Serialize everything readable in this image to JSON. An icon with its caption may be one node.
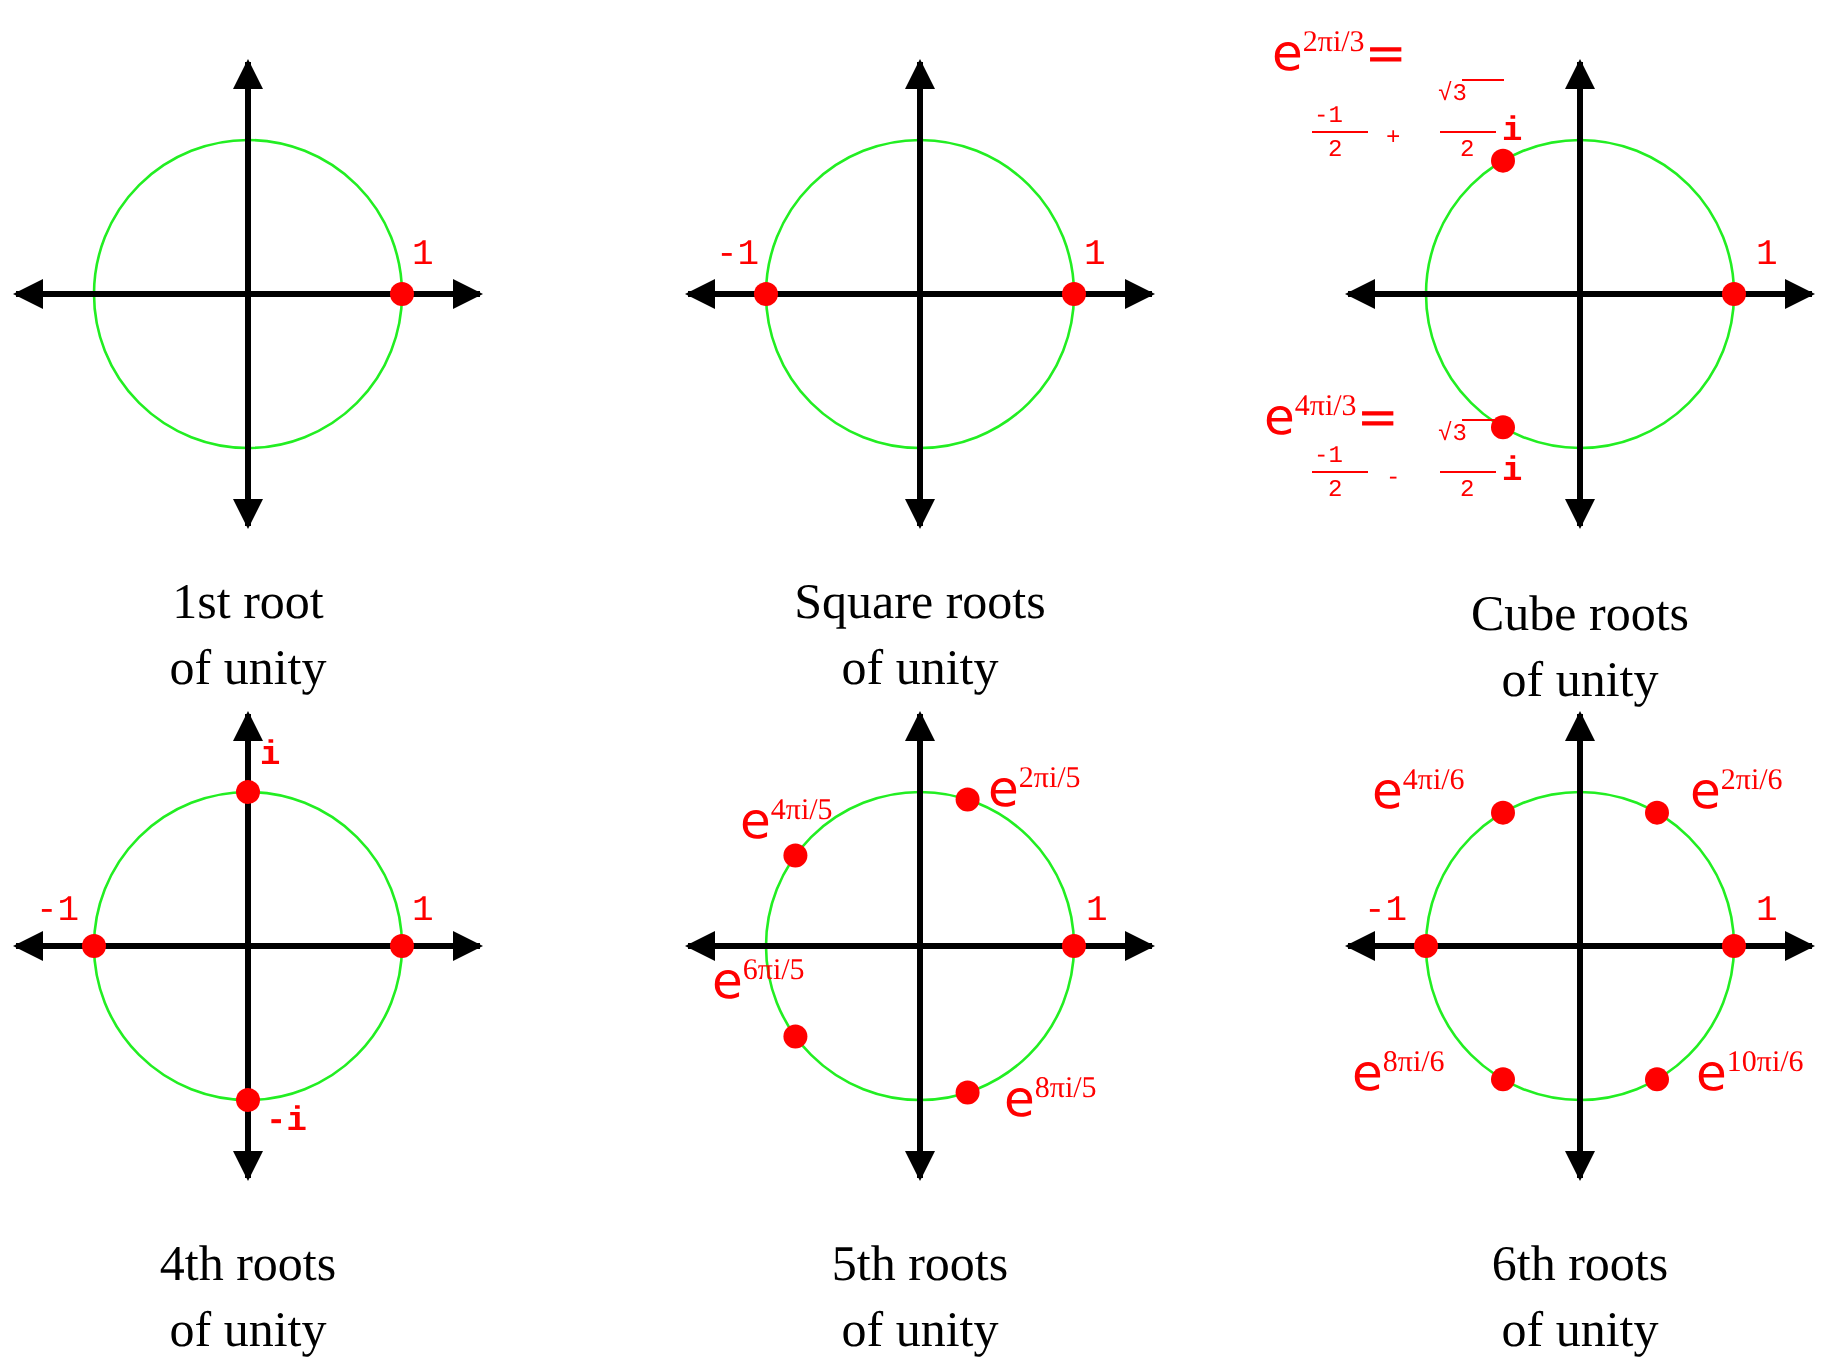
{
  "diagram": {
    "labels": [
      "1",
      "1st root of unity",
      "-1",
      "1",
      "Square roots of unity",
      "e$^{2πi/3}$=",
      "-1",
      "2",
      "+",
      "√3",
      "2",
      "i",
      "1",
      "e$^{4πi/3}$=",
      "-1",
      "2",
      "-",
      "√3",
      "2",
      "i",
      "Cube roots of unity",
      "i",
      "-1",
      "1",
      "-i",
      "4th roots of unity",
      "e$^{2πi/5}$",
      "e$^{4πi/5}$",
      "1",
      "e$^{6πi/5}$",
      "e$^{8πi/5}$",
      "5th roots of unity",
      "e$^{4πi/6}$",
      "e$^{2πi/6}$",
      "-1",
      "1",
      "e$^{8πi/6}$",
      "e$^{10πi/6}$",
      "6th roots of unity"
    ]
  }
}
